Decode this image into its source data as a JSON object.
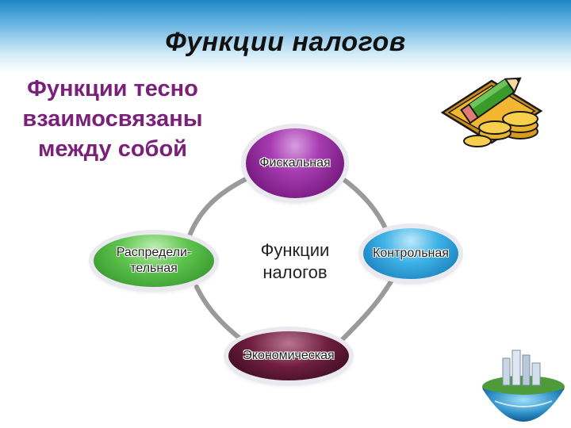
{
  "slide": {
    "title": "Функции налогов",
    "subtitle_lines": [
      "Функции тесно",
      "взаимосвязаны",
      "между собой"
    ]
  },
  "diagram": {
    "center_lines": [
      "Функции",
      "налогов"
    ],
    "nodes": {
      "fiscal": {
        "label": "Фискальная",
        "color": "#7b1585"
      },
      "distributive": {
        "lines": [
          "Распредели-",
          "тельная"
        ],
        "color": "#3ea832"
      },
      "control": {
        "label": "Контрольная",
        "color": "#1c8fd1"
      },
      "economic": {
        "label": "Экономическая",
        "color": "#4a0f28"
      }
    },
    "connector_color": "#9a9a9a"
  },
  "decorations": {
    "top_right": "coins-and-pencil-icon",
    "bottom_right": "globe-city-icon"
  }
}
